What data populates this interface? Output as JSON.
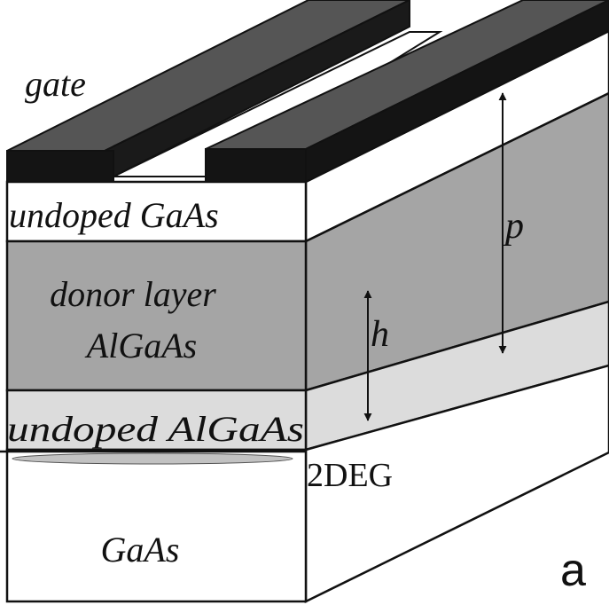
{
  "figure": {
    "panel_letter": "a",
    "labels": {
      "gate": "gate",
      "undoped_gaas": "undoped GaAs",
      "donor_line1": "donor layer",
      "donor_line2": "AlGaAs",
      "undoped_algaas": "undoped AlGaAs",
      "two_deg": "2DEG",
      "substrate": "GaAs",
      "dim_p": "p",
      "dim_h": "h"
    },
    "colors": {
      "gate_front": "#141414",
      "gate_top": "#555555",
      "undoped_gaas": "#ffffff",
      "donor_layer": "#a5a5a5",
      "undoped_algaas": "#dcdcdc",
      "substrate": "#ffffff",
      "two_deg_ellipse": "#c2c2c2",
      "outline": "#111111"
    }
  }
}
